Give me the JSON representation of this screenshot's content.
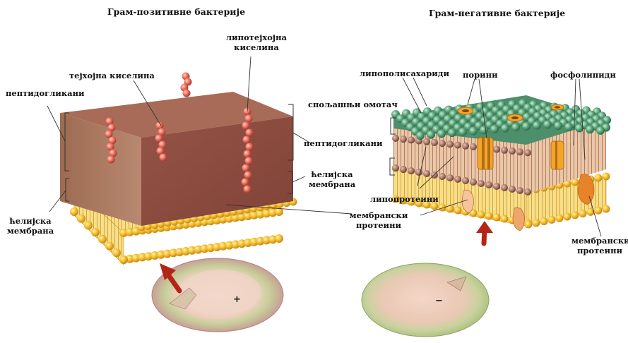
{
  "titles": {
    "left": "Грам-позитивне бактерије",
    "right": "Грам-негативне бактерије"
  },
  "left_labels": {
    "lipoteichoic_1": "липотејхојна",
    "lipoteichoic_2": "киселина",
    "teichoic": "тејхојна киселина",
    "peptidoglycan_left": "пептидогликани",
    "peptidoglycan_right": "пептидогликани",
    "membrane_left_1": "ћелијска",
    "membrane_left_2": "мембрана",
    "membrane_mid_1": "ћелијска",
    "membrane_mid_2": "мембрана",
    "membrane_proteins_1": "мембрански",
    "membrane_proteins_2": "протеини",
    "cell_sign": "+"
  },
  "right_labels": {
    "lipopolysaccharides": "липополисахариди",
    "porins": "порини",
    "phospholipids": "фосфолипиди",
    "outer_envelope": "спољашњи омотач",
    "lipoproteins": "липопротеини",
    "membrane_proteins_1": "мембрански",
    "membrane_proteins_2": "протеини",
    "cell_sign": "−"
  },
  "colors": {
    "peptidoglycan_block": "#a05a4c",
    "block_top": "#a86a58",
    "membrane_gold": "#f2b92a",
    "protein_orange": "#e8832a",
    "lps_green": "#5aa37a",
    "cell_outer_left": "#c78e93",
    "cell_outer_right": "#b9c88a",
    "cell_inner": "#f2d2c2",
    "arrow_red": "#b32617"
  }
}
